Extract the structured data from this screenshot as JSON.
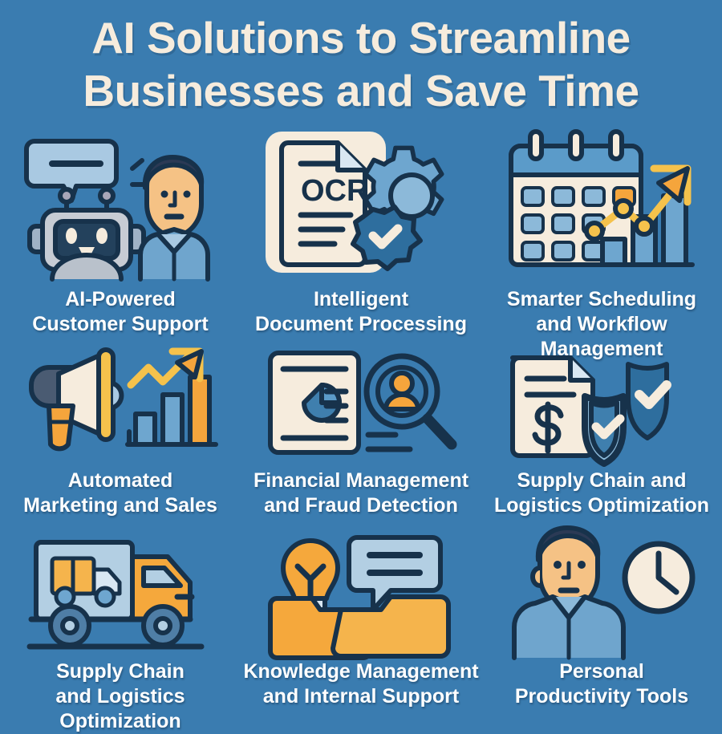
{
  "poster": {
    "background_color": "#3a7cb0",
    "title_color": "#f6ecdd",
    "label_color": "#ffffff",
    "accent_orange": "#f5a53c",
    "accent_cream": "#f6ecdd",
    "accent_navy": "#17324b",
    "accent_light_blue": "#8cb9d9",
    "accent_mid_blue": "#5b9bc9",
    "accent_deep_blue": "#2e6e9e",
    "title": {
      "line1": "AI Solutions to Streamline",
      "line2": "Businesses and Save Time"
    }
  },
  "cards": [
    {
      "id": "ai-powered-customer-support",
      "label": "AI-Powered\nCustomer Support",
      "icon": "robot-and-person-icon"
    },
    {
      "id": "intelligent-document-processing",
      "label": "Intelligent\nDocument Processing",
      "icon": "ocr-document-gear-icon",
      "document_text": "OCR"
    },
    {
      "id": "smarter-scheduling-and-workflow-management",
      "label": "Smarter Scheduling\nand Workflow\nManagement",
      "icon": "calendar-growth-chart-icon"
    },
    {
      "id": "automated-marketing-and-sales",
      "label": "Automated\nMarketing and Sales",
      "icon": "megaphone-growth-chart-icon"
    },
    {
      "id": "financial-management-and-fraud-detection",
      "label": "Financial Management\nand Fraud Detection",
      "icon": "report-magnifier-person-icon"
    },
    {
      "id": "supply-chain-and-logistics-optimization-shield",
      "label": "Supply Chain and\nLogistics Optimization",
      "icon": "dollar-document-shields-icon"
    },
    {
      "id": "supply-chain-and-logistics-optimization-truck",
      "label": "Supply Chain\nand Logistics\nOptimization",
      "icon": "delivery-truck-icon"
    },
    {
      "id": "knowledge-management-and-internal-support",
      "label": "Knowledge Management\nand Internal Support",
      "icon": "lightbulb-folder-chat-icon"
    },
    {
      "id": "personal-productivity-tools",
      "label": "Personal\nProductivity Tools",
      "icon": "person-clock-icon"
    }
  ]
}
